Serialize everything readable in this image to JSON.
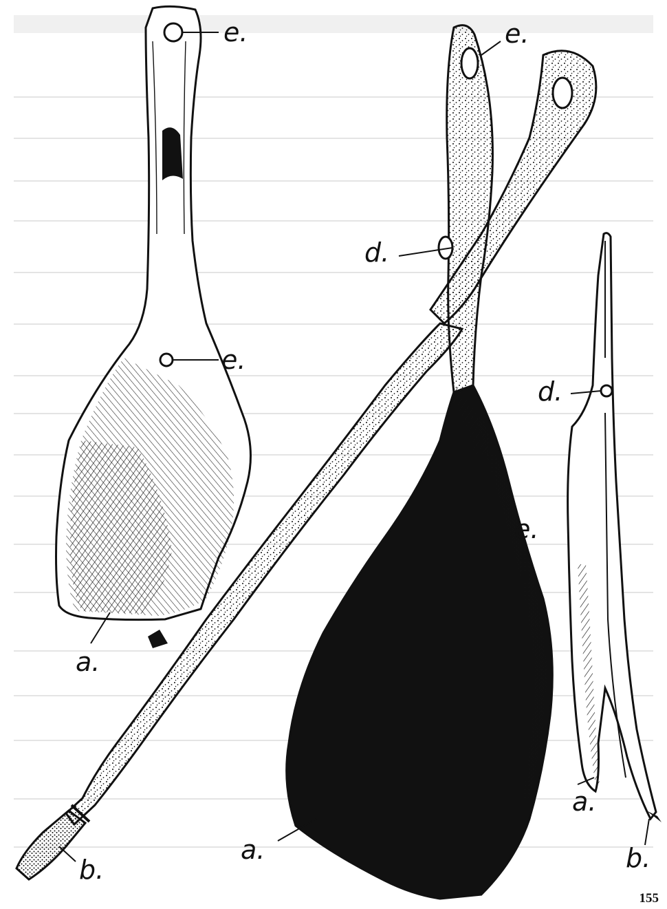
{
  "figure": {
    "labels": {
      "spoon_bowl": "a.",
      "tang_left": "e.",
      "neck_left": "e.",
      "tip_handle": "b.",
      "blade_top": "e.",
      "blade_neck": "d.",
      "blade_mid": "e.",
      "blade_bottom": "a.",
      "narrow_hole": "d.",
      "narrow_bottom": "a.",
      "narrow_tip": "b."
    }
  },
  "page_number": "155",
  "colors": {
    "ink": "#111111",
    "paper": "#ffffff",
    "ghost_text": "#e4e4e4"
  }
}
